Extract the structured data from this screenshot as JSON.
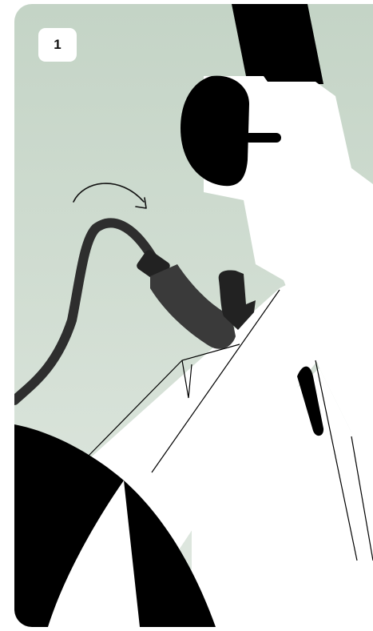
{
  "step": {
    "number": "1"
  },
  "colors": {
    "background_top": "#c4d4c6",
    "background_bottom": "#e1e9e2",
    "frame_white": "#ffffff",
    "dark": "#000000",
    "cable": "#2e2e2e",
    "connector": "#3a3a3a"
  },
  "icons": [
    "curved-arrow-icon",
    "cable-connector",
    "bike-frame"
  ]
}
